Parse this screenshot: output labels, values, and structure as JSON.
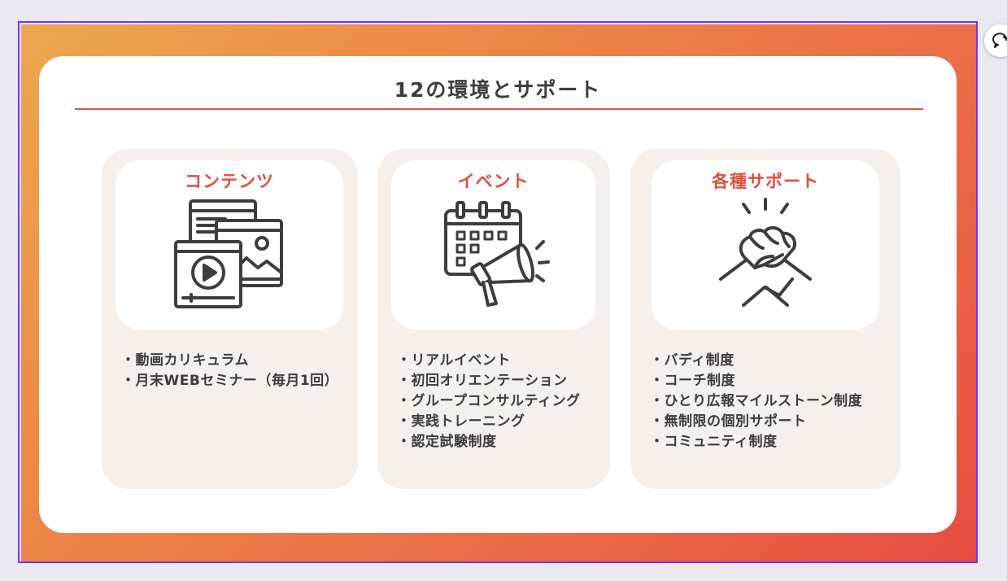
{
  "slide": {
    "title": "12の環境とサポート",
    "accent_color": "#e24d3c",
    "panels": [
      {
        "heading": "コンテンツ",
        "icon": "media-content-icon",
        "items": [
          "動画カリキュラム",
          "月末WEBセミナー（毎月1回）"
        ]
      },
      {
        "heading": "イベント",
        "icon": "calendar-megaphone-icon",
        "items": [
          "リアルイベント",
          "初回オリエンテーション",
          "グループコンサルティング",
          "実践トレーニング",
          "認定試験制度"
        ]
      },
      {
        "heading": "各種サポート",
        "icon": "handshake-icon",
        "items": [
          "バディ制度",
          "コーチ制度",
          "ひとり広報マイルストーン制度",
          "無制限の個別サポート",
          "コミュニティ制度"
        ]
      }
    ]
  },
  "editor": {
    "comment_icon": "comment-refresh-icon"
  }
}
